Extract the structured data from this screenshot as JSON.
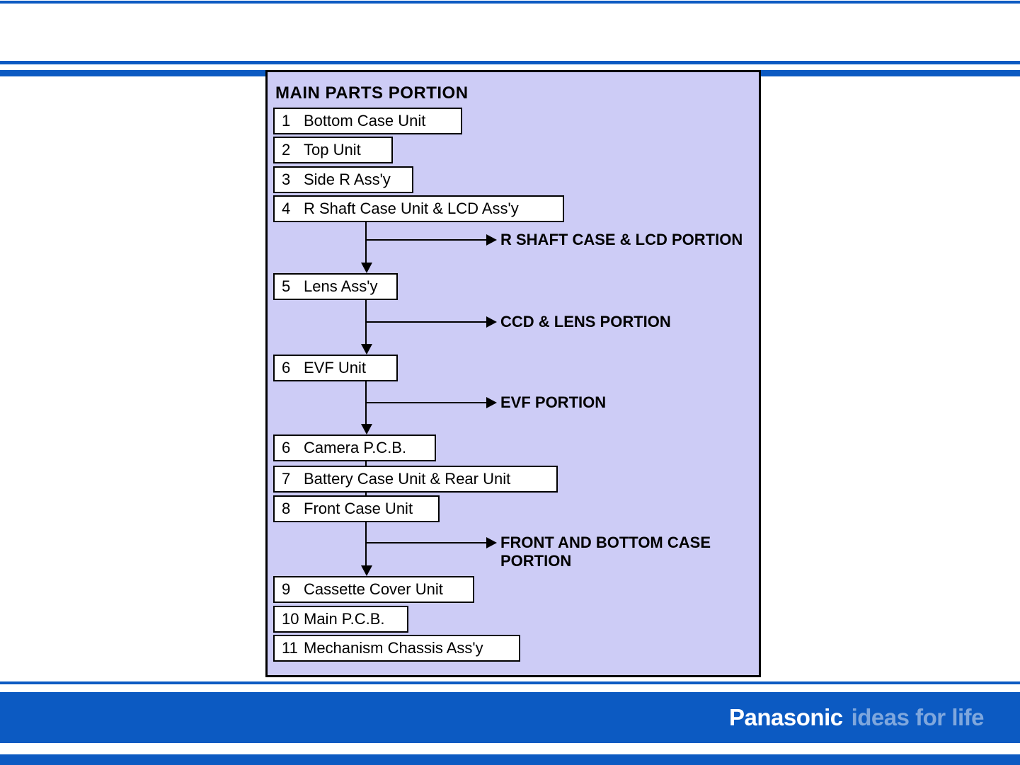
{
  "colors": {
    "accent_blue": "#0c5ac2",
    "lavender": "#cdccf6",
    "tagline_blue": "#7fa7dd",
    "box_border": "#000000"
  },
  "chart": {
    "title": "MAIN PARTS PORTION",
    "parts": [
      {
        "num": "1",
        "label": "Bottom Case Unit"
      },
      {
        "num": "2",
        "label": "Top Unit"
      },
      {
        "num": "3",
        "label": "Side R Ass'y"
      },
      {
        "num": "4",
        "label": "R Shaft Case Unit & LCD Ass'y"
      },
      {
        "num": "5",
        "label": "Lens Ass'y"
      },
      {
        "num": "6",
        "label": "EVF Unit"
      },
      {
        "num": "6",
        "label": "Camera P.C.B."
      },
      {
        "num": "7",
        "label": "Battery Case Unit & Rear Unit"
      },
      {
        "num": "8",
        "label": "Front Case Unit"
      },
      {
        "num": "9",
        "label": "Cassette Cover Unit"
      },
      {
        "num": "10",
        "label": "Main P.C.B."
      },
      {
        "num": "11",
        "label": "Mechanism Chassis Ass'y"
      }
    ],
    "branches": [
      {
        "label": "R SHAFT CASE & LCD PORTION"
      },
      {
        "label": "CCD & LENS PORTION"
      },
      {
        "label": "EVF PORTION"
      },
      {
        "label": "FRONT AND BOTTOM CASE PORTION"
      }
    ]
  },
  "footer": {
    "brand": "Panasonic",
    "tagline": "ideas for life"
  }
}
